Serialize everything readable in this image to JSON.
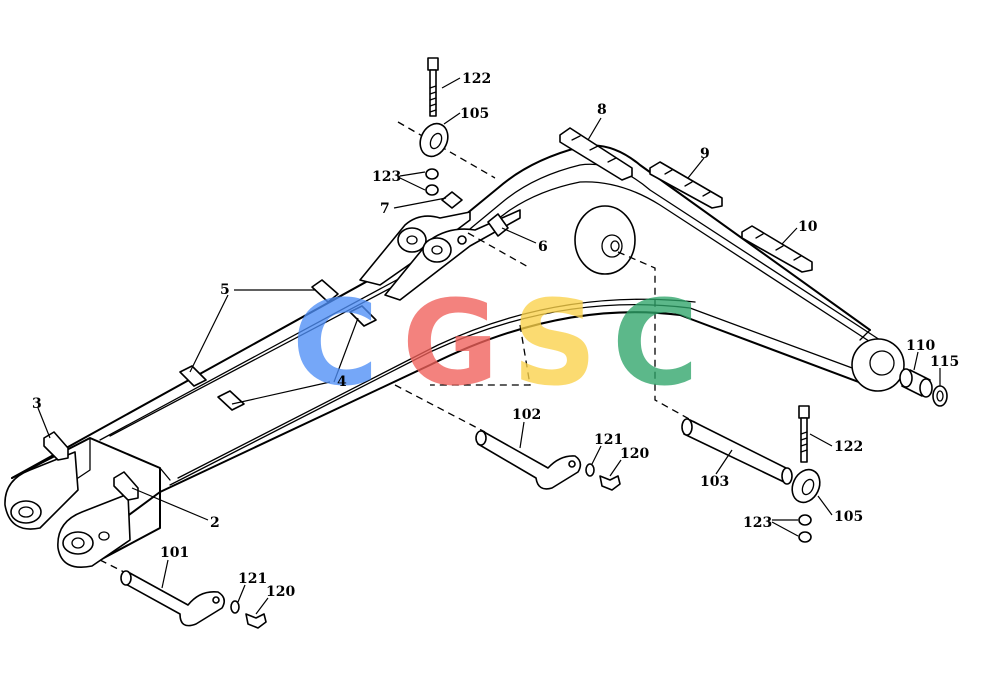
{
  "parts": {
    "p122_top": "122",
    "p105_top": "105",
    "p123_top": "123",
    "p8": "8",
    "p9": "9",
    "p10": "10",
    "p7": "7",
    "p6": "6",
    "p5": "5",
    "p4": "4",
    "p3": "3",
    "p2": "2",
    "p101": "101",
    "p121_left": "121",
    "p120_left": "120",
    "p102": "102",
    "p121_mid": "121",
    "p120_mid": "120",
    "p103": "103",
    "p122_right": "122",
    "p105_right": "105",
    "p123_right": "123",
    "p110": "110",
    "p115": "115"
  },
  "watermark": {
    "letters": [
      "C",
      "G",
      "S",
      "C"
    ],
    "colors": [
      "#4f8ff7",
      "#f0605a",
      "#fbd24a",
      "#2fa56a"
    ]
  }
}
